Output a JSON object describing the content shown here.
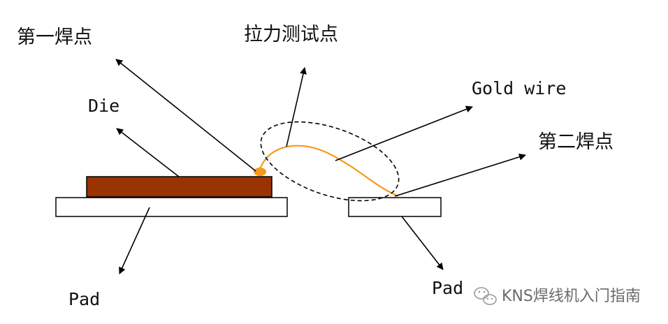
{
  "labels": {
    "first_bond": "第一焊点",
    "pull_test_point": "拉力测试点",
    "gold_wire": "Gold wire",
    "die": "Die",
    "second_bond": "第二焊点",
    "pad_left": "Pad",
    "pad_right": "Pad"
  },
  "watermark": {
    "text": "KNS焊线机入门指南",
    "icon": "wechat-icon"
  },
  "colors": {
    "die_fill": "#993300",
    "pad_fill": "#ffffff",
    "wire": "#f59a1a",
    "stroke": "#000000",
    "watermark": "#6b6b6b"
  }
}
